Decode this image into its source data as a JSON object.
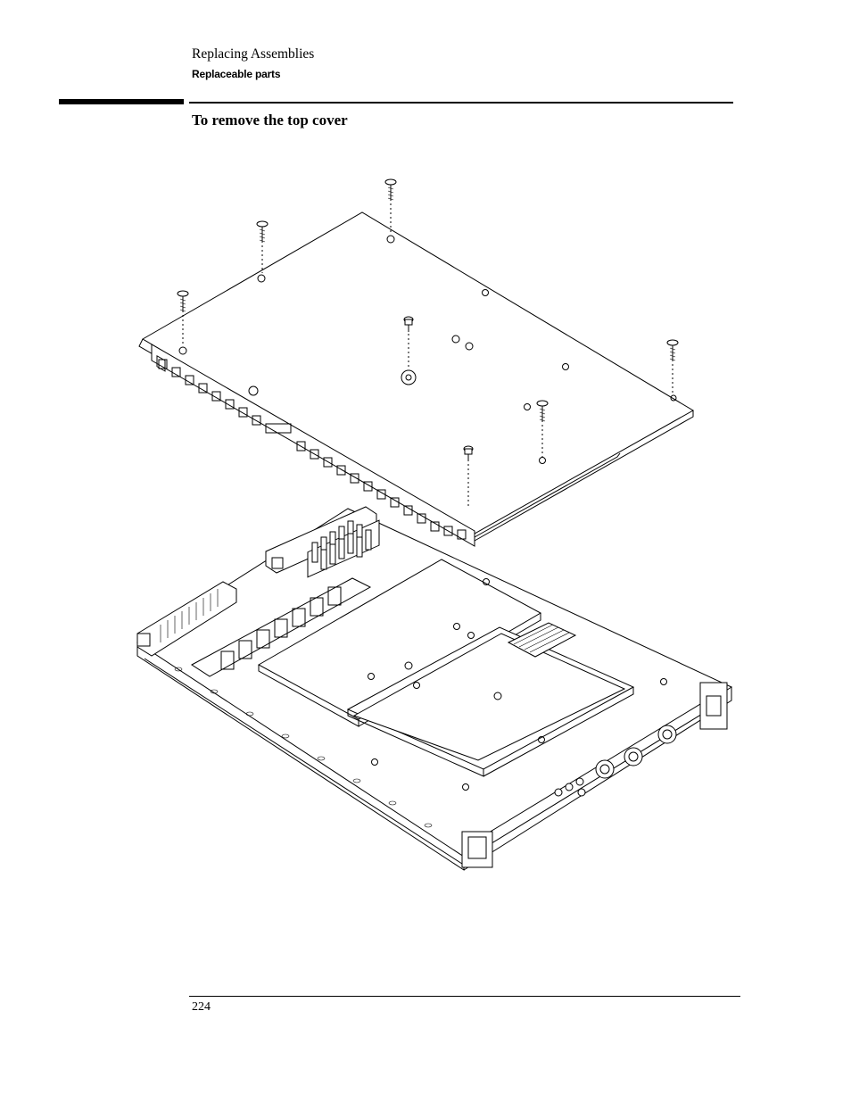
{
  "header": {
    "chapter": "Replacing Assemblies",
    "section": "Replaceable parts"
  },
  "heading": "To remove the top cover",
  "footer": {
    "page_number": "224"
  }
}
